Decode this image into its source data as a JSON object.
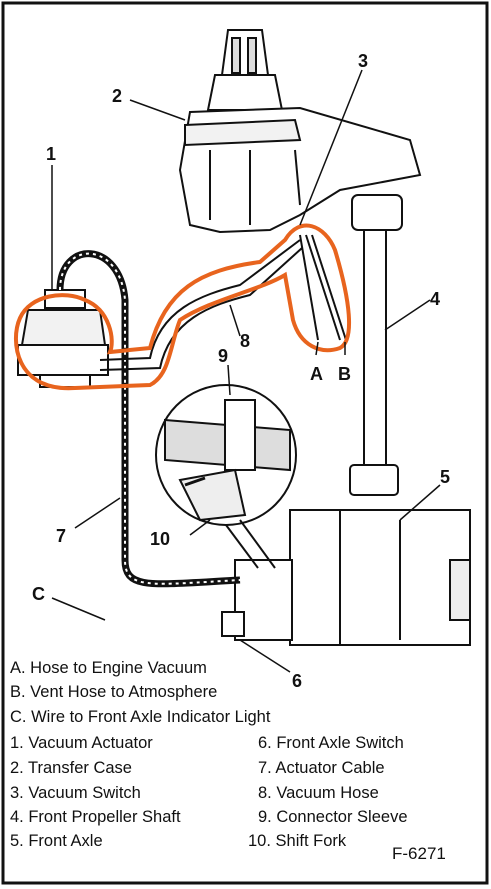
{
  "callouts": {
    "n1": "1",
    "n2": "2",
    "n3": "3",
    "n4": "4",
    "n5": "5",
    "n6": "6",
    "n7": "7",
    "n8": "8",
    "n9": "9",
    "n10": "10",
    "a": "A",
    "b": "B",
    "c": "C"
  },
  "legend_left": [
    "A. Hose to Engine Vacuum",
    "B. Vent Hose to Atmosphere",
    "C. Wire to Front Axle Indicator Light",
    "1. Vacuum Actuator",
    "2. Transfer Case",
    "3. Vacuum Switch",
    "4. Front Propeller Shaft",
    "5. Front Axle"
  ],
  "legend_right": [
    "6. Front Axle Switch",
    "7. Actuator Cable",
    "8. Vacuum Hose",
    "9. Connector Sleeve",
    "10. Shift Fork"
  ],
  "figure_id": "F-6271",
  "colors": {
    "ink": "#111111",
    "highlight": "#e8641e",
    "paper": "#ffffff"
  }
}
